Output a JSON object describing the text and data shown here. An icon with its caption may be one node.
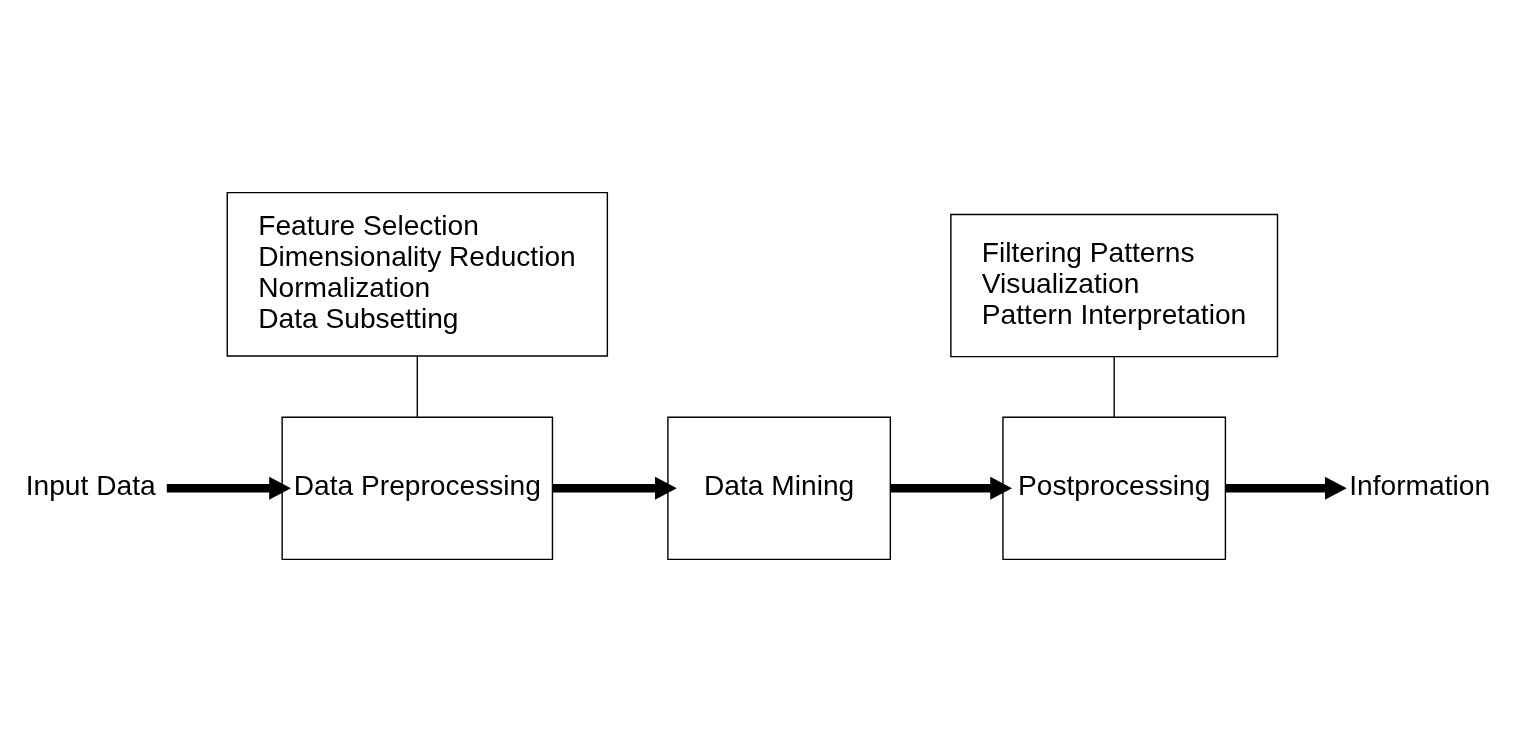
{
  "diagram": {
    "nodes": [
      {
        "text": [
          "Input Data"
        ]
      },
      {
        "text": [
          "Data Preprocessing"
        ]
      },
      {
        "text": [
          "Data Mining"
        ]
      },
      {
        "text": [
          "Postprocessing"
        ]
      },
      {
        "text": [
          "Information"
        ]
      },
      {
        "text": [
          "Feature Selection",
          "Dimensionality Reduction",
          "Normalization",
          "Data Subsetting"
        ]
      },
      {
        "text": [
          "Filtering Patterns",
          "Visualization",
          "Pattern Interpretation"
        ]
      }
    ],
    "edges": [
      {
        "from": 0,
        "to": 1,
        "arrow": "to"
      },
      {
        "from": 1,
        "to": 2,
        "arrow": "to"
      },
      {
        "from": 2,
        "to": 3,
        "arrow": "to"
      },
      {
        "from": 3,
        "to": 4,
        "arrow": "to"
      },
      {
        "from": 5,
        "to": 1,
        "arrow": "none"
      },
      {
        "from": 6,
        "to": 3,
        "arrow": "none"
      }
    ]
  }
}
